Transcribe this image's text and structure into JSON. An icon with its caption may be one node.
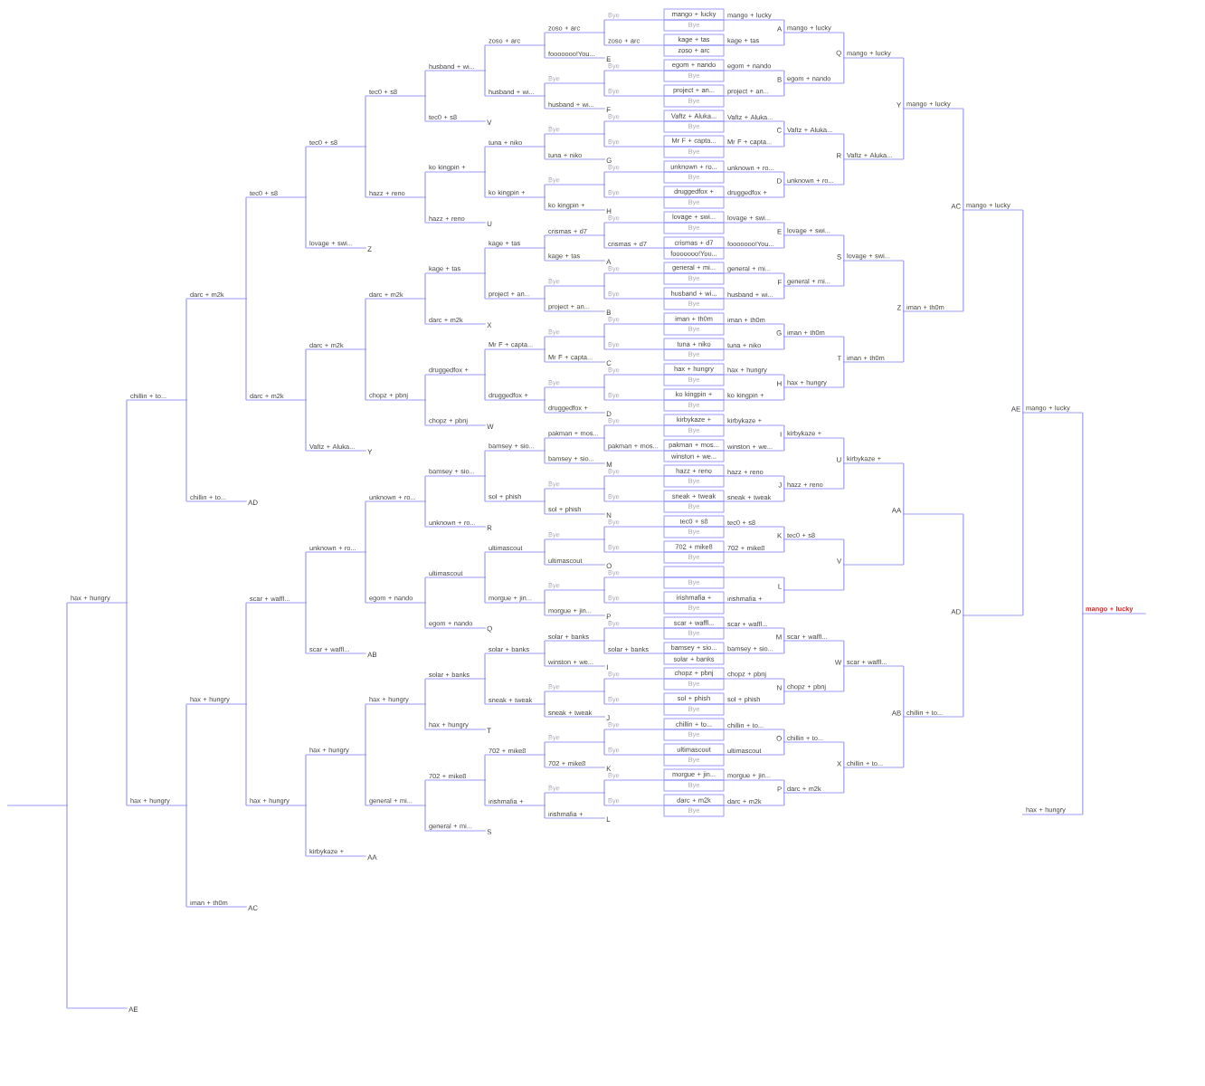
{
  "diagram": {
    "nodes": [
      {
        "text": [
          "mango + lucky"
        ]
      },
      {
        "text": [
          "Bye"
        ]
      },
      {
        "text": [
          "kage + tas"
        ]
      },
      {
        "text": [
          "zoso + arc"
        ]
      },
      {
        "text": [
          "egom + nando"
        ]
      },
      {
        "text": [
          "Bye"
        ]
      },
      {
        "text": [
          "project + an..."
        ]
      },
      {
        "text": [
          "Bye"
        ]
      },
      {
        "text": [
          "Vaftz + Aluka..."
        ]
      },
      {
        "text": [
          "Bye"
        ]
      },
      {
        "text": [
          "Mr F + capta..."
        ]
      },
      {
        "text": [
          "Bye"
        ]
      },
      {
        "text": [
          "unknown + ro..."
        ]
      },
      {
        "text": [
          "Bye"
        ]
      },
      {
        "text": [
          "druggedfox +"
        ]
      },
      {
        "text": [
          "Bye"
        ]
      },
      {
        "text": [
          "lovage + swi..."
        ]
      },
      {
        "text": [
          "Bye"
        ]
      },
      {
        "text": [
          "crismas + d7"
        ]
      },
      {
        "text": [
          "fooooooo!You..."
        ]
      },
      {
        "text": [
          "general + mi..."
        ]
      },
      {
        "text": [
          "Bye"
        ]
      },
      {
        "text": [
          "husband + wi..."
        ]
      },
      {
        "text": [
          "Bye"
        ]
      },
      {
        "text": [
          "iman + th0m"
        ]
      },
      {
        "text": [
          "Bye"
        ]
      },
      {
        "text": [
          "tuna + niko"
        ]
      },
      {
        "text": [
          "Bye"
        ]
      },
      {
        "text": [
          "hax + hungry"
        ]
      },
      {
        "text": [
          "Bye"
        ]
      },
      {
        "text": [
          "ko kingpin +"
        ]
      },
      {
        "text": [
          "Bye"
        ]
      },
      {
        "text": [
          "kirbykaze +"
        ]
      },
      {
        "text": [
          "Bye"
        ]
      },
      {
        "text": [
          "pakman + mos..."
        ]
      },
      {
        "text": [
          "winston + we..."
        ]
      },
      {
        "text": [
          "hazz + reno"
        ]
      },
      {
        "text": [
          "Bye"
        ]
      },
      {
        "text": [
          "sneak + tweak"
        ]
      },
      {
        "text": [
          "Bye"
        ]
      },
      {
        "text": [
          "tec0 + s8"
        ]
      },
      {
        "text": [
          "Bye"
        ]
      },
      {
        "text": [
          "702 + mike8"
        ]
      },
      {
        "text": [
          "Bye"
        ]
      },
      {
        "text": [],
        "shape": "box"
      },
      {
        "text": [
          "Bye"
        ]
      },
      {
        "text": [
          "irishmafia +"
        ]
      },
      {
        "text": [
          "Bye"
        ]
      },
      {
        "text": [
          "scar + waffl..."
        ]
      },
      {
        "text": [
          "Bye"
        ]
      },
      {
        "text": [
          "bamsey + sio..."
        ]
      },
      {
        "text": [
          "solar + banks"
        ]
      },
      {
        "text": [
          "chopz + pbnj"
        ]
      },
      {
        "text": [
          "Bye"
        ]
      },
      {
        "text": [
          "sol + phish"
        ]
      },
      {
        "text": [
          "Bye"
        ]
      },
      {
        "text": [
          "chillin + to..."
        ]
      },
      {
        "text": [
          "Bye"
        ]
      },
      {
        "text": [
          "ultimascout"
        ]
      },
      {
        "text": [
          "Bye"
        ]
      },
      {
        "text": [
          "morgue + jin..."
        ]
      },
      {
        "text": [
          "Bye"
        ]
      },
      {
        "text": [
          "darc + m2k"
        ]
      },
      {
        "text": [
          "Bye"
        ]
      },
      {
        "text": [
          "mango + lucky"
        ]
      },
      {
        "text": [
          "kage + tas"
        ]
      },
      {
        "text": [
          "egom + nando"
        ]
      },
      {
        "text": [
          "project + an..."
        ]
      },
      {
        "text": [
          "Vaftz + Aluka..."
        ]
      },
      {
        "text": [
          "Mr F + capta..."
        ]
      },
      {
        "text": [
          "unknown + ro..."
        ]
      },
      {
        "text": [
          "druggedfox +"
        ]
      },
      {
        "text": [
          "lovage + swi..."
        ]
      },
      {
        "text": [
          "fooooooo!You..."
        ]
      },
      {
        "text": [
          "general + mi..."
        ]
      },
      {
        "text": [
          "husband + wi..."
        ]
      },
      {
        "text": [
          "iman + th0m"
        ]
      },
      {
        "text": [
          "tuna + niko"
        ]
      },
      {
        "text": [
          "hax + hungry"
        ]
      },
      {
        "text": [
          "ko kingpin +"
        ]
      },
      {
        "text": [
          "kirbykaze +"
        ]
      },
      {
        "text": [
          "winston + we..."
        ]
      },
      {
        "text": [
          "hazz + reno"
        ]
      },
      {
        "text": [
          "sneak + tweak"
        ]
      },
      {
        "text": [
          "tec0 + s8"
        ]
      },
      {
        "text": [
          "702 + mike8"
        ]
      },
      {
        "text": [],
        "shape": "line"
      },
      {
        "text": [
          "irishmafia +"
        ]
      },
      {
        "text": [
          "scar + waffl..."
        ]
      },
      {
        "text": [
          "bamsey + sio..."
        ]
      },
      {
        "text": [
          "chopz + pbnj"
        ]
      },
      {
        "text": [
          "sol + phish"
        ]
      },
      {
        "text": [
          "chillin + to..."
        ]
      },
      {
        "text": [
          "ultimascout"
        ]
      },
      {
        "text": [
          "morgue + jin..."
        ]
      },
      {
        "text": [
          "darc + m2k"
        ]
      },
      {
        "text": [
          "mango + lucky"
        ],
        "beside": [
          "A"
        ]
      },
      {
        "text": [
          "egom + nando"
        ],
        "beside": [
          "B"
        ]
      },
      {
        "text": [
          "Vaftz + Aluka..."
        ],
        "beside": [
          "C"
        ]
      },
      {
        "text": [
          "unknown + ro..."
        ],
        "beside": [
          "D"
        ]
      },
      {
        "text": [
          "lovage + swi..."
        ],
        "beside": [
          "E"
        ]
      },
      {
        "text": [
          "general + mi..."
        ],
        "beside": [
          "F"
        ]
      },
      {
        "text": [
          "iman + th0m"
        ],
        "beside": [
          "G"
        ]
      },
      {
        "text": [
          "hax + hungry"
        ],
        "beside": [
          "H"
        ]
      },
      {
        "text": [
          "kirbykaze +"
        ],
        "beside": [
          "I"
        ]
      },
      {
        "text": [
          "hazz + reno"
        ],
        "beside": [
          "J"
        ]
      },
      {
        "text": [
          "tec0 + s8"
        ],
        "beside": [
          "K"
        ]
      },
      {
        "text": [],
        "shape": "line",
        "beside": [
          "L"
        ]
      },
      {
        "text": [
          "scar + waffl..."
        ],
        "beside": [
          "M"
        ]
      },
      {
        "text": [
          "chopz + pbnj"
        ],
        "beside": [
          "N"
        ]
      },
      {
        "text": [
          "chillin + to..."
        ],
        "beside": [
          "O"
        ]
      },
      {
        "text": [
          "darc + m2k"
        ],
        "beside": [
          "P"
        ]
      },
      {
        "text": [
          "mango + lucky"
        ],
        "beside": [
          "Q"
        ]
      },
      {
        "text": [
          "Vaftz + Aluka..."
        ],
        "beside": [
          "R"
        ]
      },
      {
        "text": [
          "lovage + swi..."
        ],
        "beside": [
          "S"
        ]
      },
      {
        "text": [
          "iman + th0m"
        ],
        "beside": [
          "T"
        ]
      },
      {
        "text": [
          "kirbykaze +"
        ],
        "beside": [
          "U"
        ]
      },
      {
        "text": [],
        "shape": "line",
        "beside": [
          "V"
        ]
      },
      {
        "text": [
          "scar + waffl..."
        ],
        "beside": [
          "W"
        ]
      },
      {
        "text": [
          "chillin + to..."
        ],
        "beside": [
          "X"
        ]
      },
      {
        "text": [
          "mango + lucky"
        ],
        "beside": [
          "Y"
        ]
      },
      {
        "text": [
          "iman + th0m"
        ],
        "beside": [
          "Z"
        ]
      },
      {
        "text": [],
        "shape": "line",
        "beside": [
          "AA"
        ]
      },
      {
        "text": [
          "chillin + to..."
        ],
        "beside": [
          "AB"
        ]
      },
      {
        "text": [
          "mango + lucky"
        ],
        "beside": [
          "AC"
        ]
      },
      {
        "text": [],
        "shape": "line",
        "beside": [
          "AD"
        ]
      },
      {
        "text": [
          "mango + lucky"
        ],
        "beside": [
          "AE"
        ]
      },
      {
        "text": [
          "mango + lucky"
        ]
      },
      {
        "text": [
          "hax + hungry"
        ]
      },
      {
        "text": [
          "Bye"
        ]
      },
      {
        "text": [
          "zoso + arc"
        ]
      },
      {
        "text": [
          "Bye"
        ]
      },
      {
        "text": [
          "Bye"
        ]
      },
      {
        "text": [
          "Bye"
        ]
      },
      {
        "text": [
          "Bye"
        ]
      },
      {
        "text": [
          "Bye"
        ]
      },
      {
        "text": [
          "Bye"
        ]
      },
      {
        "text": [
          "Bye"
        ]
      },
      {
        "text": [
          "crismas + d7"
        ]
      },
      {
        "text": [
          "Bye"
        ]
      },
      {
        "text": [
          "Bye"
        ]
      },
      {
        "text": [
          "Bye"
        ]
      },
      {
        "text": [
          "Bye"
        ]
      },
      {
        "text": [
          "Bye"
        ]
      },
      {
        "text": [
          "Bye"
        ]
      },
      {
        "text": [
          "Bye"
        ]
      },
      {
        "text": [
          "pakman + mos..."
        ]
      },
      {
        "text": [
          "Bye"
        ]
      },
      {
        "text": [
          "Bye"
        ]
      },
      {
        "text": [
          "Bye"
        ]
      },
      {
        "text": [
          "Bye"
        ]
      },
      {
        "text": [
          "Bye"
        ]
      },
      {
        "text": [
          "Bye"
        ]
      },
      {
        "text": [
          "Bye"
        ]
      },
      {
        "text": [
          "solar + banks"
        ]
      },
      {
        "text": [
          "Bye"
        ]
      },
      {
        "text": [
          "Bye"
        ]
      },
      {
        "text": [
          "Bye"
        ]
      },
      {
        "text": [
          "Bye"
        ]
      },
      {
        "text": [
          "Bye"
        ]
      },
      {
        "text": [
          "Bye"
        ]
      },
      {
        "text": [
          "zoso + arc"
        ]
      },
      {
        "text": [
          "Bye"
        ]
      },
      {
        "text": [
          "Bye"
        ]
      },
      {
        "text": [
          "Bye"
        ]
      },
      {
        "text": [
          "crismas + d7"
        ]
      },
      {
        "text": [
          "Bye"
        ]
      },
      {
        "text": [
          "Bye"
        ]
      },
      {
        "text": [
          "Bye"
        ]
      },
      {
        "text": [
          "pakman + mos..."
        ]
      },
      {
        "text": [
          "Bye"
        ]
      },
      {
        "text": [
          "Bye"
        ]
      },
      {
        "text": [
          "Bye"
        ]
      },
      {
        "text": [
          "solar + banks"
        ]
      },
      {
        "text": [
          "Bye"
        ]
      },
      {
        "text": [
          "Bye"
        ]
      },
      {
        "text": [
          "Bye"
        ]
      },
      {
        "text": [
          "fooooooo!You..."
        ],
        "beside": [
          "E"
        ]
      },
      {
        "text": [
          "husband + wi..."
        ],
        "beside": [
          "F"
        ]
      },
      {
        "text": [
          "tuna + niko"
        ],
        "beside": [
          "G"
        ]
      },
      {
        "text": [
          "ko kingpin +"
        ],
        "beside": [
          "H"
        ]
      },
      {
        "text": [
          "kage + tas"
        ],
        "beside": [
          "A"
        ]
      },
      {
        "text": [
          "project + an..."
        ],
        "beside": [
          "B"
        ]
      },
      {
        "text": [
          "Mr F + capta..."
        ],
        "beside": [
          "C"
        ]
      },
      {
        "text": [
          "druggedfox +"
        ],
        "beside": [
          "D"
        ]
      },
      {
        "text": [
          "bamsey + sio..."
        ],
        "beside": [
          "M"
        ]
      },
      {
        "text": [
          "sol + phish"
        ],
        "beside": [
          "N"
        ]
      },
      {
        "text": [
          "ultimascout"
        ],
        "beside": [
          "O"
        ]
      },
      {
        "text": [
          "morgue + jin..."
        ],
        "beside": [
          "P"
        ]
      },
      {
        "text": [
          "winston + we..."
        ],
        "beside": [
          "I"
        ]
      },
      {
        "text": [
          "sneak + tweak"
        ],
        "beside": [
          "J"
        ]
      },
      {
        "text": [
          "702 + mike8"
        ],
        "beside": [
          "K"
        ]
      },
      {
        "text": [
          "irishmafia +"
        ],
        "beside": [
          "L"
        ]
      },
      {
        "text": [
          "zoso + arc"
        ]
      },
      {
        "text": [
          "husband + wi..."
        ]
      },
      {
        "text": [
          "tuna + niko"
        ]
      },
      {
        "text": [
          "ko kingpin +"
        ]
      },
      {
        "text": [
          "kage + tas"
        ]
      },
      {
        "text": [
          "project + an..."
        ]
      },
      {
        "text": [
          "Mr F + capta..."
        ]
      },
      {
        "text": [
          "druggedfox +"
        ]
      },
      {
        "text": [
          "bamsey + sio..."
        ]
      },
      {
        "text": [
          "sol + phish"
        ]
      },
      {
        "text": [
          "ultimascout"
        ]
      },
      {
        "text": [
          "morgue + jin..."
        ]
      },
      {
        "text": [
          "solar + banks"
        ]
      },
      {
        "text": [
          "sneak + tweak"
        ]
      },
      {
        "text": [
          "702 + mike8"
        ]
      },
      {
        "text": [
          "irishmafia +"
        ]
      },
      {
        "text": [
          "husband + wi..."
        ]
      },
      {
        "text": [
          "ko kingpin +"
        ]
      },
      {
        "text": [
          "kage + tas"
        ]
      },
      {
        "text": [
          "druggedfox +"
        ]
      },
      {
        "text": [
          "bamsey + sio..."
        ]
      },
      {
        "text": [
          "ultimascout"
        ]
      },
      {
        "text": [
          "solar + banks"
        ]
      },
      {
        "text": [
          "702 + mike8"
        ]
      },
      {
        "text": [
          "tec0 + s8"
        ],
        "beside": [
          "V"
        ]
      },
      {
        "text": [
          "hazz + reno"
        ],
        "beside": [
          "U"
        ]
      },
      {
        "text": [
          "darc + m2k"
        ],
        "beside": [
          "X"
        ]
      },
      {
        "text": [
          "chopz + pbnj"
        ],
        "beside": [
          "W"
        ]
      },
      {
        "text": [
          "unknown + ro..."
        ],
        "beside": [
          "R"
        ]
      },
      {
        "text": [
          "egom + nando"
        ],
        "beside": [
          "Q"
        ]
      },
      {
        "text": [
          "hax + hungry"
        ],
        "beside": [
          "T"
        ]
      },
      {
        "text": [
          "general + mi..."
        ],
        "beside": [
          "S"
        ]
      },
      {
        "text": [
          "tec0 + s8"
        ]
      },
      {
        "text": [
          "hazz + reno"
        ]
      },
      {
        "text": [
          "darc + m2k"
        ]
      },
      {
        "text": [
          "chopz + pbnj"
        ]
      },
      {
        "text": [
          "unknown + ro..."
        ]
      },
      {
        "text": [
          "egom + nando"
        ]
      },
      {
        "text": [
          "hax + hungry"
        ]
      },
      {
        "text": [
          "general + mi..."
        ]
      },
      {
        "text": [
          "tec0 + s8"
        ]
      },
      {
        "text": [
          "darc + m2k"
        ]
      },
      {
        "text": [
          "unknown + ro..."
        ]
      },
      {
        "text": [
          "hax + hungry"
        ]
      },
      {
        "text": [
          "lovage + swi..."
        ],
        "beside": [
          "Z"
        ]
      },
      {
        "text": [
          "Vaftz + Aluka..."
        ],
        "beside": [
          "Y"
        ]
      },
      {
        "text": [
          "scar + waffl..."
        ],
        "beside": [
          "AB"
        ]
      },
      {
        "text": [
          "kirbykaze +"
        ],
        "beside": [
          "AA"
        ]
      },
      {
        "text": [
          "tec0 + s8"
        ]
      },
      {
        "text": [
          "darc + m2k"
        ]
      },
      {
        "text": [
          "scar + waffl..."
        ]
      },
      {
        "text": [
          "hax + hungry"
        ]
      },
      {
        "text": [
          "darc + m2k"
        ]
      },
      {
        "text": [
          "hax + hungry"
        ]
      },
      {
        "text": [
          "chillin + to..."
        ],
        "beside": [
          "AD"
        ]
      },
      {
        "text": [
          "iman + th0m"
        ],
        "beside": [
          "AC"
        ]
      },
      {
        "text": [
          "chillin + to..."
        ]
      },
      {
        "text": [
          "hax + hungry"
        ]
      },
      {
        "text": [
          "hax + hungry"
        ]
      },
      {
        "text": [],
        "shape": "line",
        "beside": [
          "AE"
        ]
      },
      {
        "text": [],
        "shape": "line"
      }
    ],
    "edges": [
      {
        "from": 64,
        "to": 96,
        "arrow": "none"
      },
      {
        "from": 65,
        "to": 96,
        "arrow": "none"
      },
      {
        "from": 66,
        "to": 97,
        "arrow": "none"
      },
      {
        "from": 67,
        "to": 97,
        "arrow": "none"
      },
      {
        "from": 68,
        "to": 98,
        "arrow": "none"
      },
      {
        "from": 69,
        "to": 98,
        "arrow": "none"
      },
      {
        "from": 70,
        "to": 99,
        "arrow": "none"
      },
      {
        "from": 71,
        "to": 99,
        "arrow": "none"
      },
      {
        "from": 72,
        "to": 100,
        "arrow": "none"
      },
      {
        "from": 73,
        "to": 100,
        "arrow": "none"
      },
      {
        "from": 74,
        "to": 101,
        "arrow": "none"
      },
      {
        "from": 75,
        "to": 101,
        "arrow": "none"
      },
      {
        "from": 76,
        "to": 102,
        "arrow": "none"
      },
      {
        "from": 77,
        "to": 102,
        "arrow": "none"
      },
      {
        "from": 78,
        "to": 103,
        "arrow": "none"
      },
      {
        "from": 79,
        "to": 103,
        "arrow": "none"
      },
      {
        "from": 80,
        "to": 104,
        "arrow": "none"
      },
      {
        "from": 81,
        "to": 104,
        "arrow": "none"
      },
      {
        "from": 82,
        "to": 105,
        "arrow": "none"
      },
      {
        "from": 83,
        "to": 105,
        "arrow": "none"
      },
      {
        "from": 84,
        "to": 106,
        "arrow": "none"
      },
      {
        "from": 85,
        "to": 106,
        "arrow": "none"
      },
      {
        "from": 86,
        "to": 107,
        "arrow": "none"
      },
      {
        "from": 87,
        "to": 107,
        "arrow": "none"
      },
      {
        "from": 88,
        "to": 108,
        "arrow": "none"
      },
      {
        "from": 89,
        "to": 108,
        "arrow": "none"
      },
      {
        "from": 90,
        "to": 109,
        "arrow": "none"
      },
      {
        "from": 91,
        "to": 109,
        "arrow": "none"
      },
      {
        "from": 92,
        "to": 110,
        "arrow": "none"
      },
      {
        "from": 93,
        "to": 110,
        "arrow": "none"
      },
      {
        "from": 94,
        "to": 111,
        "arrow": "none"
      },
      {
        "from": 95,
        "to": 111,
        "arrow": "none"
      },
      {
        "from": 96,
        "to": 112,
        "arrow": "none"
      },
      {
        "from": 97,
        "to": 112,
        "arrow": "none"
      },
      {
        "from": 98,
        "to": 113,
        "arrow": "none"
      },
      {
        "from": 99,
        "to": 113,
        "arrow": "none"
      },
      {
        "from": 100,
        "to": 114,
        "arrow": "none"
      },
      {
        "from": 101,
        "to": 114,
        "arrow": "none"
      },
      {
        "from": 102,
        "to": 115,
        "arrow": "none"
      },
      {
        "from": 103,
        "to": 115,
        "arrow": "none"
      },
      {
        "from": 104,
        "to": 116,
        "arrow": "none"
      },
      {
        "from": 105,
        "to": 116,
        "arrow": "none"
      },
      {
        "from": 106,
        "to": 117,
        "arrow": "none"
      },
      {
        "from": 107,
        "to": 117,
        "arrow": "none"
      },
      {
        "from": 108,
        "to": 118,
        "arrow": "none"
      },
      {
        "from": 109,
        "to": 118,
        "arrow": "none"
      },
      {
        "from": 110,
        "to": 119,
        "arrow": "none"
      },
      {
        "from": 111,
        "to": 119,
        "arrow": "none"
      },
      {
        "from": 112,
        "to": 120,
        "arrow": "none"
      },
      {
        "from": 113,
        "to": 120,
        "arrow": "none"
      },
      {
        "from": 114,
        "to": 121,
        "arrow": "none"
      },
      {
        "from": 115,
        "to": 121,
        "arrow": "none"
      },
      {
        "from": 116,
        "to": 122,
        "arrow": "none"
      },
      {
        "from": 117,
        "to": 122,
        "arrow": "none"
      },
      {
        "from": 118,
        "to": 123,
        "arrow": "none"
      },
      {
        "from": 119,
        "to": 123,
        "arrow": "none"
      },
      {
        "from": 120,
        "to": 124,
        "arrow": "none"
      },
      {
        "from": 121,
        "to": 124,
        "arrow": "none"
      },
      {
        "from": 122,
        "to": 125,
        "arrow": "none"
      },
      {
        "from": 123,
        "to": 125,
        "arrow": "none"
      },
      {
        "from": 124,
        "to": 126,
        "arrow": "none"
      },
      {
        "from": 125,
        "to": 126,
        "arrow": "none"
      },
      {
        "from": 126,
        "to": 127,
        "arrow": "none"
      },
      {
        "from": 128,
        "to": 127,
        "arrow": "none"
      },
      {
        "from": 129,
        "to": 161,
        "arrow": "none"
      },
      {
        "from": 130,
        "to": 161,
        "arrow": "none"
      },
      {
        "from": 131,
        "to": 162,
        "arrow": "none"
      },
      {
        "from": 132,
        "to": 162,
        "arrow": "none"
      },
      {
        "from": 133,
        "to": 163,
        "arrow": "none"
      },
      {
        "from": 134,
        "to": 163,
        "arrow": "none"
      },
      {
        "from": 135,
        "to": 164,
        "arrow": "none"
      },
      {
        "from": 136,
        "to": 164,
        "arrow": "none"
      },
      {
        "from": 137,
        "to": 165,
        "arrow": "none"
      },
      {
        "from": 138,
        "to": 165,
        "arrow": "none"
      },
      {
        "from": 139,
        "to": 166,
        "arrow": "none"
      },
      {
        "from": 140,
        "to": 166,
        "arrow": "none"
      },
      {
        "from": 141,
        "to": 167,
        "arrow": "none"
      },
      {
        "from": 142,
        "to": 167,
        "arrow": "none"
      },
      {
        "from": 143,
        "to": 168,
        "arrow": "none"
      },
      {
        "from": 144,
        "to": 168,
        "arrow": "none"
      },
      {
        "from": 145,
        "to": 169,
        "arrow": "none"
      },
      {
        "from": 146,
        "to": 169,
        "arrow": "none"
      },
      {
        "from": 147,
        "to": 170,
        "arrow": "none"
      },
      {
        "from": 148,
        "to": 170,
        "arrow": "none"
      },
      {
        "from": 149,
        "to": 171,
        "arrow": "none"
      },
      {
        "from": 150,
        "to": 171,
        "arrow": "none"
      },
      {
        "from": 151,
        "to": 172,
        "arrow": "none"
      },
      {
        "from": 152,
        "to": 172,
        "arrow": "none"
      },
      {
        "from": 153,
        "to": 173,
        "arrow": "none"
      },
      {
        "from": 154,
        "to": 173,
        "arrow": "none"
      },
      {
        "from": 155,
        "to": 174,
        "arrow": "none"
      },
      {
        "from": 156,
        "to": 174,
        "arrow": "none"
      },
      {
        "from": 157,
        "to": 175,
        "arrow": "none"
      },
      {
        "from": 158,
        "to": 175,
        "arrow": "none"
      },
      {
        "from": 159,
        "to": 176,
        "arrow": "none"
      },
      {
        "from": 160,
        "to": 176,
        "arrow": "none"
      },
      {
        "from": 161,
        "to": 193,
        "arrow": "none"
      },
      {
        "from": 177,
        "to": 193,
        "arrow": "none"
      },
      {
        "from": 162,
        "to": 194,
        "arrow": "none"
      },
      {
        "from": 178,
        "to": 194,
        "arrow": "none"
      },
      {
        "from": 163,
        "to": 195,
        "arrow": "none"
      },
      {
        "from": 179,
        "to": 195,
        "arrow": "none"
      },
      {
        "from": 164,
        "to": 196,
        "arrow": "none"
      },
      {
        "from": 180,
        "to": 196,
        "arrow": "none"
      },
      {
        "from": 165,
        "to": 197,
        "arrow": "none"
      },
      {
        "from": 181,
        "to": 197,
        "arrow": "none"
      },
      {
        "from": 166,
        "to": 198,
        "arrow": "none"
      },
      {
        "from": 182,
        "to": 198,
        "arrow": "none"
      },
      {
        "from": 167,
        "to": 199,
        "arrow": "none"
      },
      {
        "from": 183,
        "to": 199,
        "arrow": "none"
      },
      {
        "from": 168,
        "to": 200,
        "arrow": "none"
      },
      {
        "from": 184,
        "to": 200,
        "arrow": "none"
      },
      {
        "from": 169,
        "to": 201,
        "arrow": "none"
      },
      {
        "from": 185,
        "to": 201,
        "arrow": "none"
      },
      {
        "from": 170,
        "to": 202,
        "arrow": "none"
      },
      {
        "from": 186,
        "to": 202,
        "arrow": "none"
      },
      {
        "from": 171,
        "to": 203,
        "arrow": "none"
      },
      {
        "from": 187,
        "to": 203,
        "arrow": "none"
      },
      {
        "from": 172,
        "to": 204,
        "arrow": "none"
      },
      {
        "from": 188,
        "to": 204,
        "arrow": "none"
      },
      {
        "from": 173,
        "to": 205,
        "arrow": "none"
      },
      {
        "from": 189,
        "to": 205,
        "arrow": "none"
      },
      {
        "from": 174,
        "to": 206,
        "arrow": "none"
      },
      {
        "from": 190,
        "to": 206,
        "arrow": "none"
      },
      {
        "from": 175,
        "to": 207,
        "arrow": "none"
      },
      {
        "from": 191,
        "to": 207,
        "arrow": "none"
      },
      {
        "from": 176,
        "to": 208,
        "arrow": "none"
      },
      {
        "from": 192,
        "to": 208,
        "arrow": "none"
      },
      {
        "from": 193,
        "to": 209,
        "arrow": "none"
      },
      {
        "from": 194,
        "to": 209,
        "arrow": "none"
      },
      {
        "from": 195,
        "to": 210,
        "arrow": "none"
      },
      {
        "from": 196,
        "to": 210,
        "arrow": "none"
      },
      {
        "from": 197,
        "to": 211,
        "arrow": "none"
      },
      {
        "from": 198,
        "to": 211,
        "arrow": "none"
      },
      {
        "from": 199,
        "to": 212,
        "arrow": "none"
      },
      {
        "from": 200,
        "to": 212,
        "arrow": "none"
      },
      {
        "from": 201,
        "to": 213,
        "arrow": "none"
      },
      {
        "from": 202,
        "to": 213,
        "arrow": "none"
      },
      {
        "from": 203,
        "to": 214,
        "arrow": "none"
      },
      {
        "from": 204,
        "to": 214,
        "arrow": "none"
      },
      {
        "from": 205,
        "to": 215,
        "arrow": "none"
      },
      {
        "from": 206,
        "to": 215,
        "arrow": "none"
      },
      {
        "from": 207,
        "to": 216,
        "arrow": "none"
      },
      {
        "from": 208,
        "to": 216,
        "arrow": "none"
      },
      {
        "from": 209,
        "to": 225,
        "arrow": "none"
      },
      {
        "from": 217,
        "to": 225,
        "arrow": "none"
      },
      {
        "from": 210,
        "to": 226,
        "arrow": "none"
      },
      {
        "from": 218,
        "to": 226,
        "arrow": "none"
      },
      {
        "from": 211,
        "to": 227,
        "arrow": "none"
      },
      {
        "from": 219,
        "to": 227,
        "arrow": "none"
      },
      {
        "from": 212,
        "to": 228,
        "arrow": "none"
      },
      {
        "from": 220,
        "to": 228,
        "arrow": "none"
      },
      {
        "from": 213,
        "to": 229,
        "arrow": "none"
      },
      {
        "from": 221,
        "to": 229,
        "arrow": "none"
      },
      {
        "from": 214,
        "to": 230,
        "arrow": "none"
      },
      {
        "from": 222,
        "to": 230,
        "arrow": "none"
      },
      {
        "from": 215,
        "to": 231,
        "arrow": "none"
      },
      {
        "from": 223,
        "to": 231,
        "arrow": "none"
      },
      {
        "from": 216,
        "to": 232,
        "arrow": "none"
      },
      {
        "from": 224,
        "to": 232,
        "arrow": "none"
      },
      {
        "from": 225,
        "to": 233,
        "arrow": "none"
      },
      {
        "from": 226,
        "to": 233,
        "arrow": "none"
      },
      {
        "from": 227,
        "to": 234,
        "arrow": "none"
      },
      {
        "from": 228,
        "to": 234,
        "arrow": "none"
      },
      {
        "from": 229,
        "to": 235,
        "arrow": "none"
      },
      {
        "from": 230,
        "to": 235,
        "arrow": "none"
      },
      {
        "from": 231,
        "to": 236,
        "arrow": "none"
      },
      {
        "from": 232,
        "to": 236,
        "arrow": "none"
      },
      {
        "from": 233,
        "to": 241,
        "arrow": "none"
      },
      {
        "from": 237,
        "to": 241,
        "arrow": "none"
      },
      {
        "from": 234,
        "to": 242,
        "arrow": "none"
      },
      {
        "from": 238,
        "to": 242,
        "arrow": "none"
      },
      {
        "from": 235,
        "to": 243,
        "arrow": "none"
      },
      {
        "from": 239,
        "to": 243,
        "arrow": "none"
      },
      {
        "from": 236,
        "to": 244,
        "arrow": "none"
      },
      {
        "from": 240,
        "to": 244,
        "arrow": "none"
      },
      {
        "from": 241,
        "to": 245,
        "arrow": "none"
      },
      {
        "from": 242,
        "to": 245,
        "arrow": "none"
      },
      {
        "from": 243,
        "to": 246,
        "arrow": "none"
      },
      {
        "from": 244,
        "to": 246,
        "arrow": "none"
      },
      {
        "from": 245,
        "to": 249,
        "arrow": "none"
      },
      {
        "from": 247,
        "to": 249,
        "arrow": "none"
      },
      {
        "from": 246,
        "to": 250,
        "arrow": "none"
      },
      {
        "from": 248,
        "to": 250,
        "arrow": "none"
      },
      {
        "from": 249,
        "to": 251,
        "arrow": "none"
      },
      {
        "from": 250,
        "to": 251,
        "arrow": "none"
      },
      {
        "from": 251,
        "to": 253,
        "arrow": "none"
      },
      {
        "from": 252,
        "to": 253,
        "arrow": "none"
      }
    ]
  }
}
